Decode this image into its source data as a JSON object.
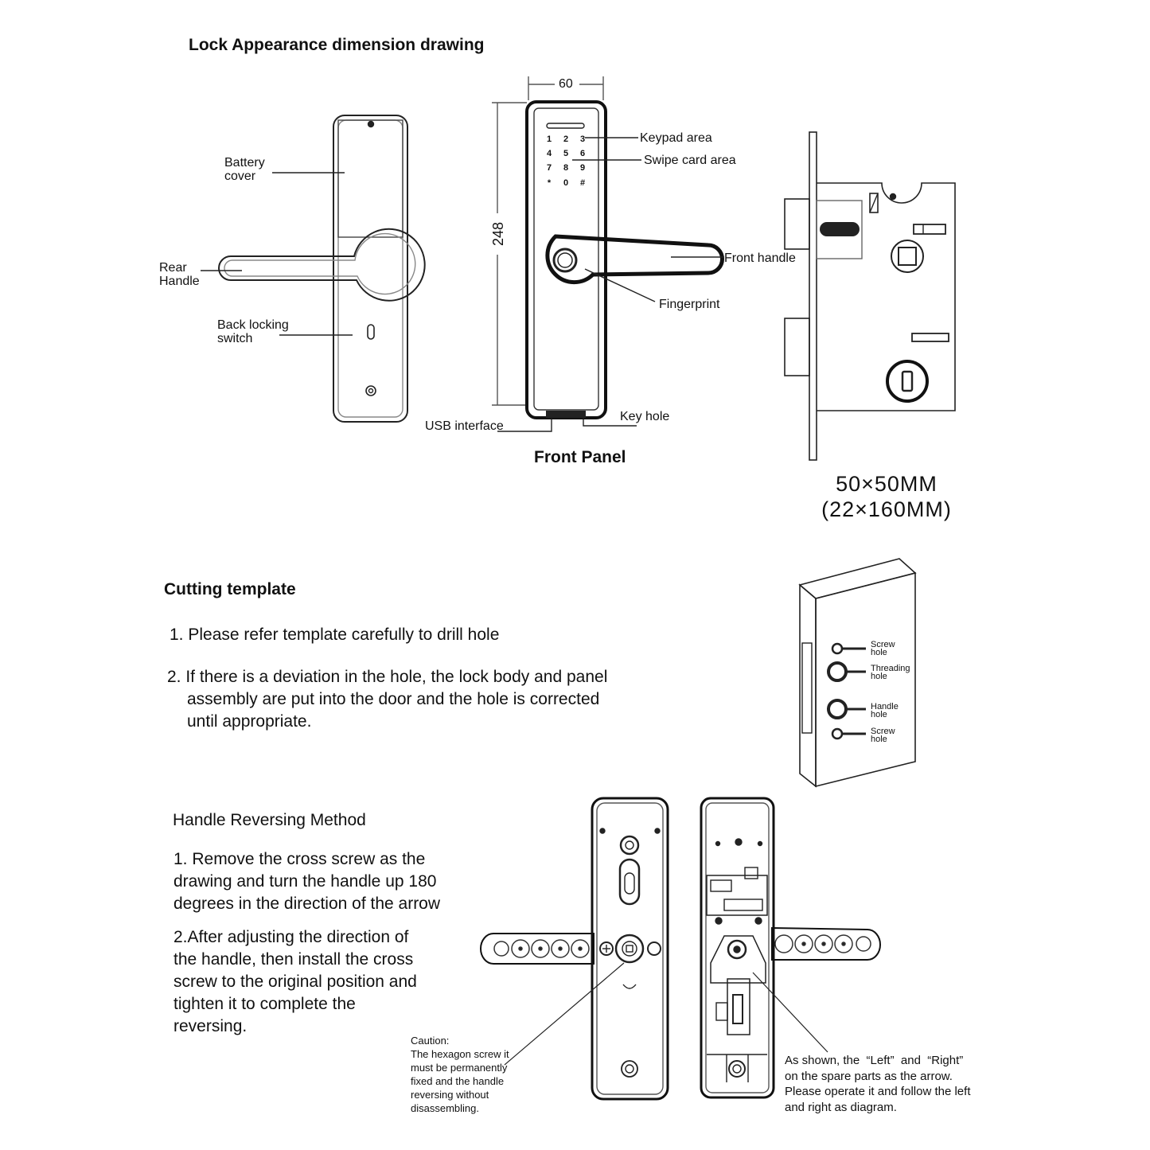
{
  "section1": {
    "title": "Lock Appearance dimension drawing",
    "rear_labels": {
      "battery_cover": [
        "Battery",
        "cover"
      ],
      "rear_handle": [
        "Rear",
        "Handle"
      ],
      "back_locking_switch": [
        "Back locking",
        "switch"
      ]
    },
    "front_labels": {
      "width_dim": "60",
      "height_dim": "248",
      "keypad_area": "Keypad area",
      "swipe_card_area": "Swipe card area",
      "front_handle": "Front handle",
      "fingerprint": "Fingerprint",
      "usb_interface": "USB interface",
      "key_hole": "Key hole",
      "panel_title": "Front Panel"
    },
    "keypad_keys": [
      "1",
      "2",
      "3",
      "4",
      "5",
      "6",
      "7",
      "8",
      "9",
      "*",
      "0",
      "#"
    ],
    "mortise_size": [
      "50×50MM",
      "(22×160MM)"
    ]
  },
  "section2": {
    "title": "Cutting template",
    "item1": "1. Please refer template carefully to drill hole",
    "item2": [
      "2. If there is a deviation in the hole, the lock body and panel",
      "assembly are put into the door and the hole is corrected",
      "until appropriate."
    ],
    "template_labels": {
      "screw_hole_top": [
        "Screw",
        "hole"
      ],
      "threading_hole": [
        "Threading",
        "hole"
      ],
      "handle_hole": [
        "Handle",
        "hole"
      ],
      "screw_hole_bottom": [
        "Screw",
        "hole"
      ]
    }
  },
  "section3": {
    "title": "Handle Reversing Method",
    "step1": [
      "1. Remove the cross screw as the",
      "drawing and turn the handle up 180",
      "degrees in the direction of the arrow"
    ],
    "step2": [
      "2.After adjusting the direction of",
      "the handle, then install the cross",
      "screw to the original position and",
      "tighten it to complete the",
      "reversing."
    ],
    "caution": [
      "Caution:",
      "The hexagon screw it",
      "must be permanently",
      "fixed and the handle",
      "reversing without",
      "disassembling."
    ],
    "note": [
      "As shown, the  “Left”  and  “Right”",
      "on the spare parts as the arrow.",
      "Please operate it and follow the left",
      "and right as diagram."
    ]
  }
}
